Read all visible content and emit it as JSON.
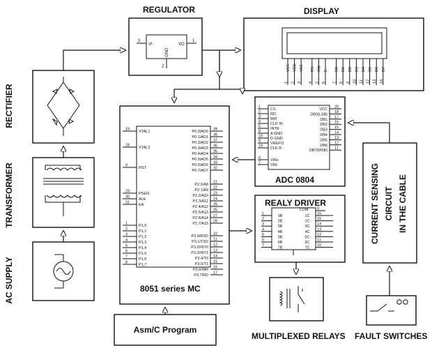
{
  "titles": {
    "regulator": "REGULATOR",
    "display": "DISPLAY",
    "rectifier": "RECTIFIER",
    "transformer": "TRANSFORMER",
    "ac_supply": "AC SUPPLY",
    "mc": "8051 series MC",
    "adc": "ADC 0804",
    "relay_driver": "REALY DRIVER",
    "sensing_1": "CURRENT SENSING",
    "sensing_2": "CIRCUIT",
    "sensing_3": "IN THE CABLE",
    "program": "Asm/C Program",
    "relays": "MULTIPLEXED RELAYS",
    "fault": "FAULT SWITCHES"
  },
  "regulator": {
    "pin_in": "3",
    "vi": "VI",
    "vo": "VO",
    "pin_out": "1",
    "gnd": "GND",
    "pin_gnd": "2"
  },
  "display_pins": [
    "VSS",
    "VDD",
    "VEE",
    "RS",
    "RW",
    "E",
    "D0",
    "D1",
    "D2",
    "D3",
    "D4",
    "D5",
    "D6",
    "D7"
  ],
  "display_nums": [
    "1",
    "2",
    "3",
    "4",
    "5",
    "6",
    "7",
    "8",
    "9",
    "10",
    "11",
    "12",
    "13",
    "14"
  ],
  "mc_left": [
    {
      "num": "19",
      "label": "XTAL1"
    },
    {
      "num": "18",
      "label": "XTAL2"
    },
    {
      "num": "9",
      "label": "RST"
    },
    {
      "num": "29",
      "label": "PSEN"
    },
    {
      "num": "30",
      "label": "ALE"
    },
    {
      "num": "31",
      "label": "EA"
    },
    {
      "num": "1",
      "label": "P1.0"
    },
    {
      "num": "2",
      "label": "P1.1"
    },
    {
      "num": "3",
      "label": "P1.2"
    },
    {
      "num": "4",
      "label": "P1.3"
    },
    {
      "num": "5",
      "label": "P1.4"
    },
    {
      "num": "6",
      "label": "P1.5"
    },
    {
      "num": "7",
      "label": "P1.6"
    },
    {
      "num": "8",
      "label": "P1.7"
    }
  ],
  "mc_right": [
    {
      "num": "39",
      "label": "P0.0/AD0"
    },
    {
      "num": "38",
      "label": "P0.1/AD1"
    },
    {
      "num": "37",
      "label": "P0.2/AD2"
    },
    {
      "num": "36",
      "label": "P0.3/AD3"
    },
    {
      "num": "35",
      "label": "P0.4/AD4"
    },
    {
      "num": "34",
      "label": "P0.5/AD5"
    },
    {
      "num": "33",
      "label": "P0.6/AD6"
    },
    {
      "num": "32",
      "label": "P0.7/AD7"
    },
    {
      "num": "21",
      "label": "P2.0/A8"
    },
    {
      "num": "22",
      "label": "P2.1/A9"
    },
    {
      "num": "23",
      "label": "P2.2/A10"
    },
    {
      "num": "24",
      "label": "P2.3/A11"
    },
    {
      "num": "25",
      "label": "P2.4/A12"
    },
    {
      "num": "26",
      "label": "P2.5/A13"
    },
    {
      "num": "27",
      "label": "P2.6/A14"
    },
    {
      "num": "28",
      "label": "P2.7/A15"
    },
    {
      "num": "10",
      "label": "P3.0/RXD"
    },
    {
      "num": "11",
      "label": "P3.1/TXD"
    },
    {
      "num": "12",
      "label": "P3.2/INT0"
    },
    {
      "num": "13",
      "label": "P3.3/INT1"
    },
    {
      "num": "14",
      "label": "P3.4/T0"
    },
    {
      "num": "15",
      "label": "P3.5/T1"
    },
    {
      "num": "16",
      "label": "P3.6/WR"
    },
    {
      "num": "17",
      "label": "P3.7/RD"
    }
  ],
  "adc_left": [
    {
      "num": "1",
      "label": "CS"
    },
    {
      "num": "2",
      "label": "RD"
    },
    {
      "num": "3",
      "label": "WR"
    },
    {
      "num": "4",
      "label": "CLK IN"
    },
    {
      "num": "5",
      "label": "INTR"
    },
    {
      "num": "8",
      "label": "A GND"
    },
    {
      "num": "10",
      "label": "D GND"
    },
    {
      "num": "9",
      "label": "VREF/2"
    },
    {
      "num": "19",
      "label": "CLK R"
    },
    {
      "num": "6",
      "label": "VIN+"
    },
    {
      "num": "7",
      "label": "VIN-"
    }
  ],
  "adc_right": [
    {
      "num": "20",
      "label": "VCC"
    },
    {
      "num": "18",
      "label": "DB0(LSB)"
    },
    {
      "num": "17",
      "label": "DB1"
    },
    {
      "num": "16",
      "label": "DB2"
    },
    {
      "num": "15",
      "label": "DB3"
    },
    {
      "num": "14",
      "label": "DB4"
    },
    {
      "num": "13",
      "label": "DB5"
    },
    {
      "num": "12",
      "label": "DB6"
    },
    {
      "num": "11",
      "label": "DB7(MSB)"
    }
  ],
  "driver": {
    "com": "COM",
    "com_num": "9",
    "left": [
      {
        "num": "1",
        "label": "1B"
      },
      {
        "num": "2",
        "label": "2B"
      },
      {
        "num": "3",
        "label": "3B"
      },
      {
        "num": "4",
        "label": "4B"
      },
      {
        "num": "5",
        "label": "5B"
      },
      {
        "num": "6",
        "label": "6B"
      },
      {
        "num": "7",
        "label": "7B"
      }
    ],
    "right": [
      {
        "num": "16",
        "label": "1C"
      },
      {
        "num": "15",
        "label": "2C"
      },
      {
        "num": "14",
        "label": "3C"
      },
      {
        "num": "13",
        "label": "4C"
      },
      {
        "num": "12",
        "label": "5C"
      },
      {
        "num": "11",
        "label": "6C"
      },
      {
        "num": "10",
        "label": "7C"
      }
    ]
  }
}
